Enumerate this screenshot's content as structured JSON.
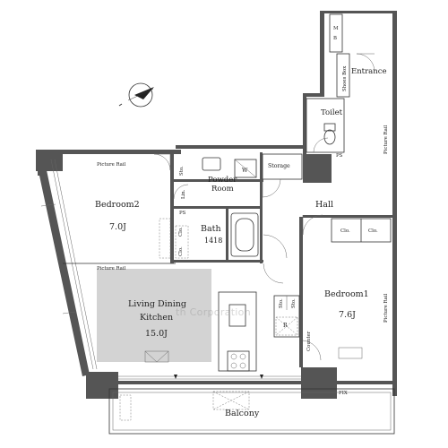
{
  "rooms": {
    "mb": [
      "M",
      "B"
    ],
    "shoes_box": "Shoes Box",
    "entrance": "Entrance",
    "toilet": "Toilet",
    "ps_top": "PS",
    "ps_mid": "PS",
    "storage": "Storage",
    "powder_room": [
      "Powder",
      "Room"
    ],
    "w": "W",
    "sto_upper": "Sto.",
    "lin": "Lin.",
    "bath": "Bath",
    "bath_size": "1418",
    "clo_small_a": "Clo.",
    "clo_small_b": "Clo.",
    "hall": "Hall",
    "bedroom2": "Bedroom2",
    "bedroom2_size": "7.0J",
    "picture_rail_top": "Picture Rail",
    "picture_rail_mid": "Picture Rail",
    "picture_rail_right_a": "Picture Rail",
    "picture_rail_right_b": "Picture Rail",
    "ldk": [
      "Living Dining",
      "Kitchen"
    ],
    "ldk_size": "15.0J",
    "bedroom1": "Bedroom1",
    "bedroom1_size": "7.6J",
    "clo_b1_a": "Clo.",
    "clo_b1_b": "Clo.",
    "sto_kitchen_a": "Sto.",
    "sto_kitchen_b": "Sto.",
    "r": "R",
    "counter": "Counter",
    "fix": "FIX",
    "balcony": "Balcony"
  },
  "watermark": "th Corporation"
}
